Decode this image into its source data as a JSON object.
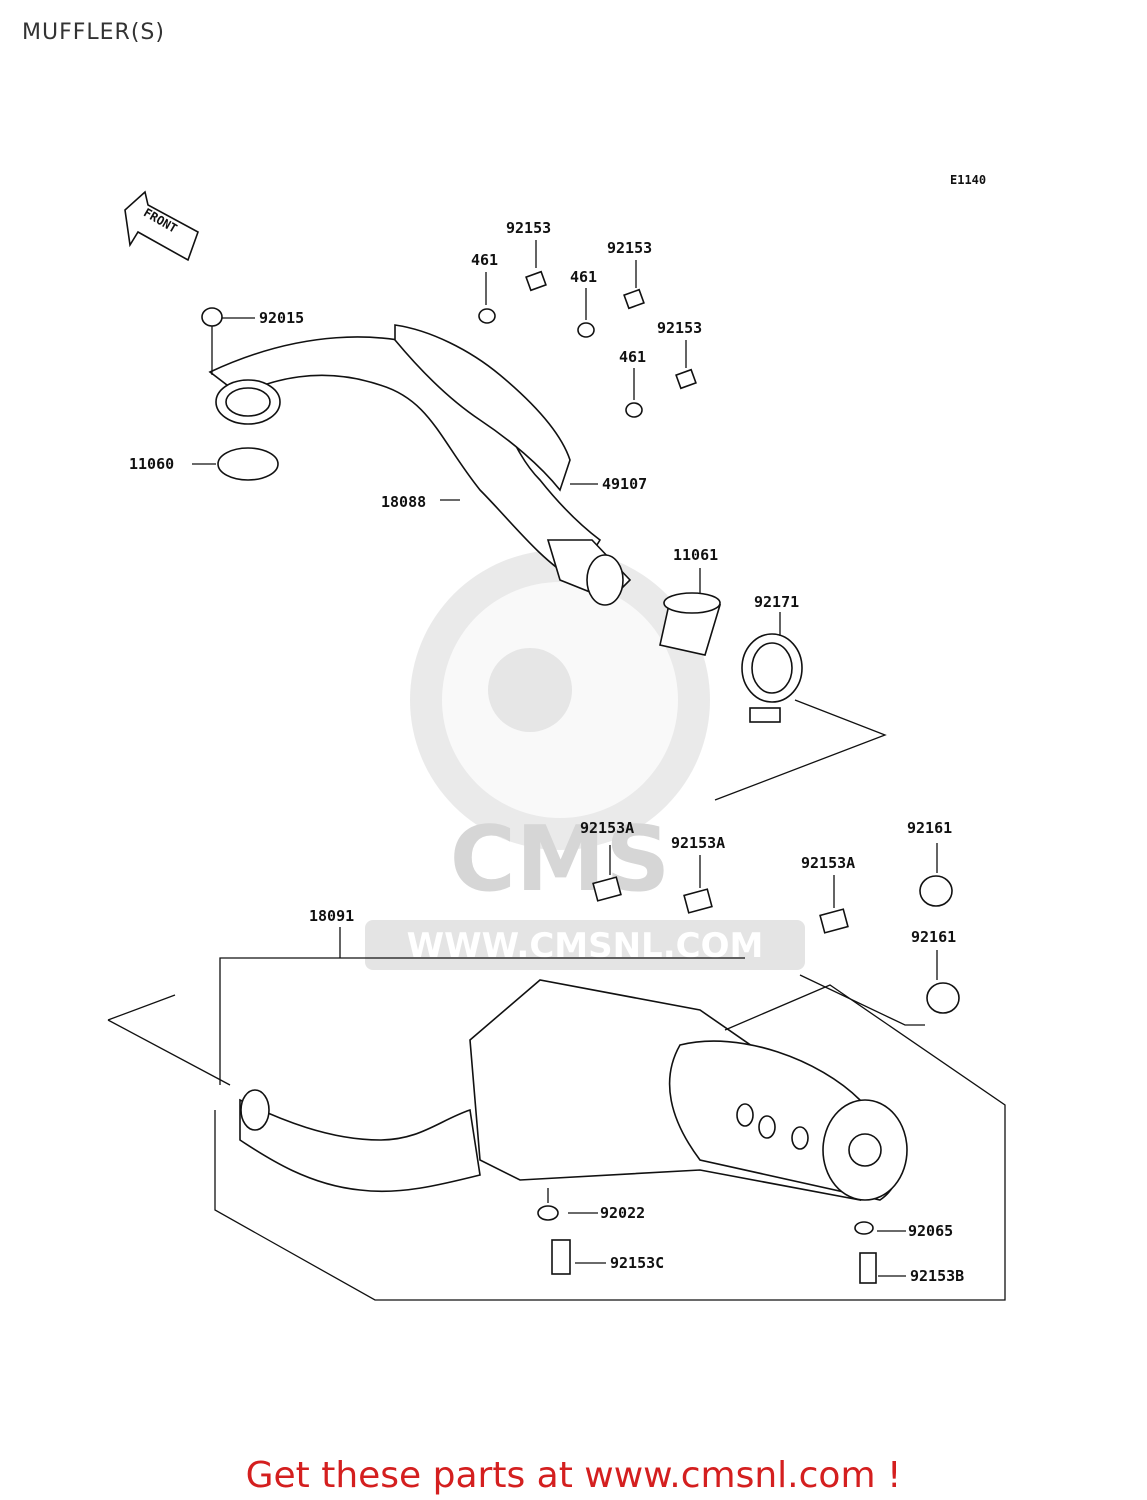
{
  "title": "MUFFLER(S)",
  "diagram_code": "E1140",
  "front_label": "FRONT",
  "watermark": {
    "brand": "CMS",
    "url": "WWW.CMSNL.COM"
  },
  "parts": [
    {
      "id": "p-92153-a",
      "text": "92153"
    },
    {
      "id": "p-92153-b",
      "text": "92153"
    },
    {
      "id": "p-92153-c",
      "text": "92153"
    },
    {
      "id": "p-461-a",
      "text": "461"
    },
    {
      "id": "p-461-b",
      "text": "461"
    },
    {
      "id": "p-461-c",
      "text": "461"
    },
    {
      "id": "p-92015",
      "text": "92015"
    },
    {
      "id": "p-11060",
      "text": "11060"
    },
    {
      "id": "p-18088",
      "text": "18088"
    },
    {
      "id": "p-49107",
      "text": "49107"
    },
    {
      "id": "p-11061",
      "text": "11061"
    },
    {
      "id": "p-92171",
      "text": "92171"
    },
    {
      "id": "p-92153A-a",
      "text": "92153A"
    },
    {
      "id": "p-92153A-b",
      "text": "92153A"
    },
    {
      "id": "p-92153A-c",
      "text": "92153A"
    },
    {
      "id": "p-92161-a",
      "text": "92161"
    },
    {
      "id": "p-92161-b",
      "text": "92161"
    },
    {
      "id": "p-18091",
      "text": "18091"
    },
    {
      "id": "p-92022",
      "text": "92022"
    },
    {
      "id": "p-92153C",
      "text": "92153C"
    },
    {
      "id": "p-92065",
      "text": "92065"
    },
    {
      "id": "p-92153B",
      "text": "92153B"
    }
  ],
  "promo": "Get these parts at www.cmsnl.com !",
  "colors": {
    "promo": "#d41f1f",
    "line": "#111111",
    "watermark": "#d9d9d9"
  }
}
